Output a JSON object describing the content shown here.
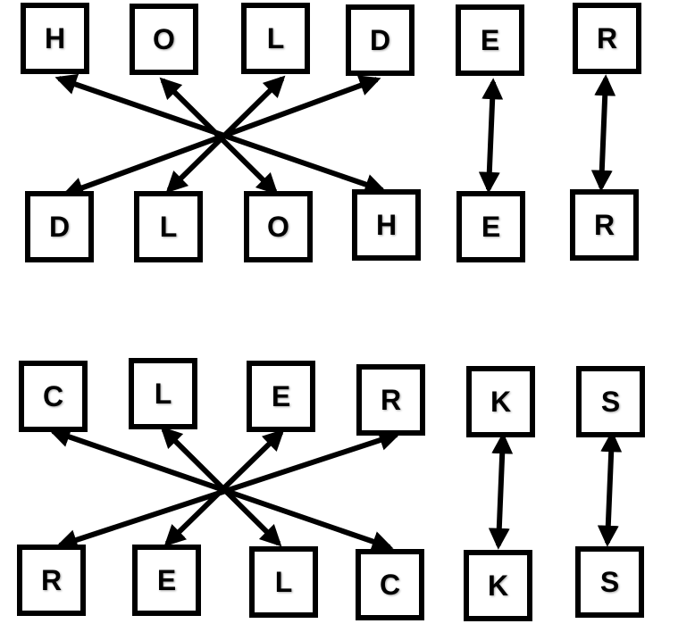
{
  "word_pairs": [
    {
      "original": [
        "H",
        "O",
        "L",
        "D",
        "E",
        "R"
      ],
      "rearranged": [
        "D",
        "L",
        "O",
        "H",
        "E",
        "R"
      ]
    },
    {
      "original": [
        "C",
        "L",
        "E",
        "R",
        "K",
        "S"
      ],
      "rearranged": [
        "R",
        "E",
        "L",
        "C",
        "K",
        "S"
      ]
    }
  ],
  "colors": {
    "stroke": "#000000",
    "background": "#ffffff"
  }
}
